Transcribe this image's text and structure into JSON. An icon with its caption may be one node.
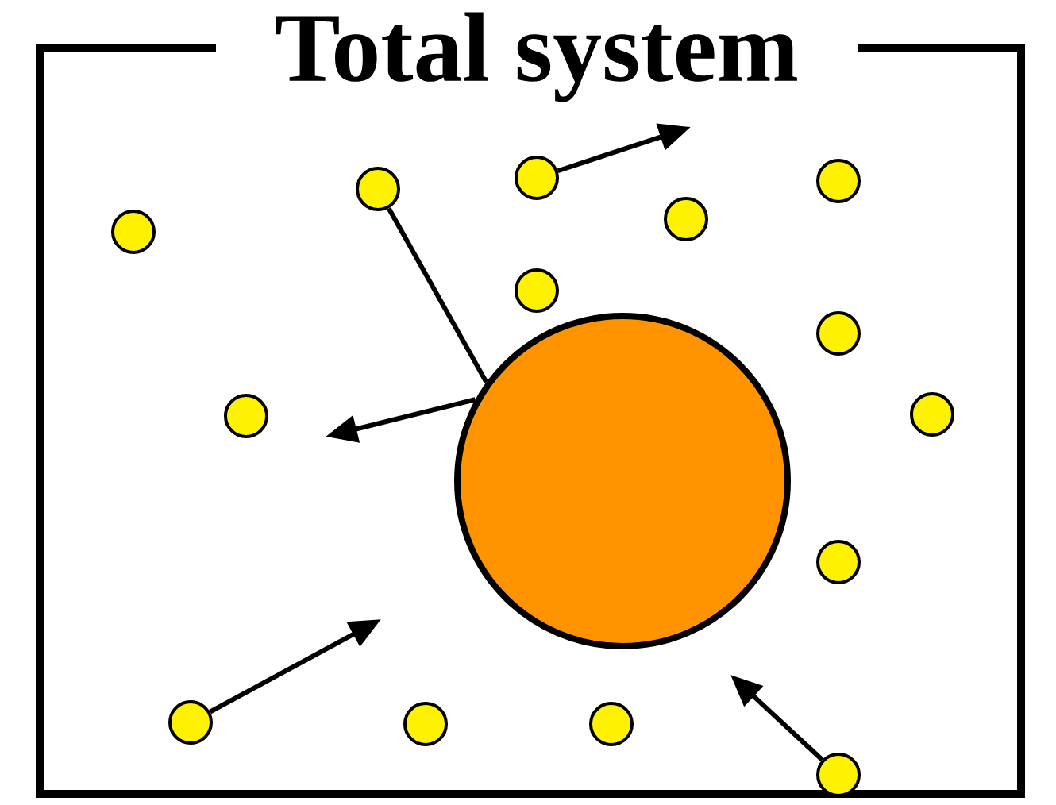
{
  "diagram": {
    "nodes": [
      {
        "text": [
          "Total system"
        ]
      },
      {
        "text": [],
        "shape": "circle",
        "in": 0
      },
      {
        "text": [],
        "shape": "circle",
        "in": 0
      },
      {
        "text": [],
        "shape": "circle",
        "in": 0
      },
      {
        "text": [],
        "shape": "circle",
        "in": 0
      },
      {
        "text": [],
        "shape": "circle",
        "in": 0
      },
      {
        "text": [],
        "shape": "circle",
        "in": 0
      },
      {
        "text": [],
        "shape": "circle",
        "in": 0
      },
      {
        "text": [],
        "shape": "circle",
        "in": 0
      },
      {
        "text": [],
        "shape": "circle",
        "in": 0
      },
      {
        "text": [],
        "shape": "circle",
        "in": 0
      },
      {
        "text": [],
        "shape": "circle",
        "in": 0
      },
      {
        "text": [],
        "shape": "circle",
        "in": 0
      },
      {
        "text": [],
        "shape": "circle",
        "in": 0
      },
      {
        "text": [],
        "shape": "circle",
        "in": 0
      },
      {
        "text": [],
        "shape": "circle",
        "in": 0
      }
    ],
    "edges": [
      {
        "from": 4,
        "to": 1,
        "arrow": "none"
      },
      {
        "from": 1,
        "to": null,
        "arrow": "to"
      },
      {
        "from": 2,
        "to": null,
        "arrow": "to"
      },
      {
        "from": 12,
        "to": null,
        "arrow": "to"
      },
      {
        "from": 15,
        "to": null,
        "arrow": "to"
      }
    ]
  }
}
